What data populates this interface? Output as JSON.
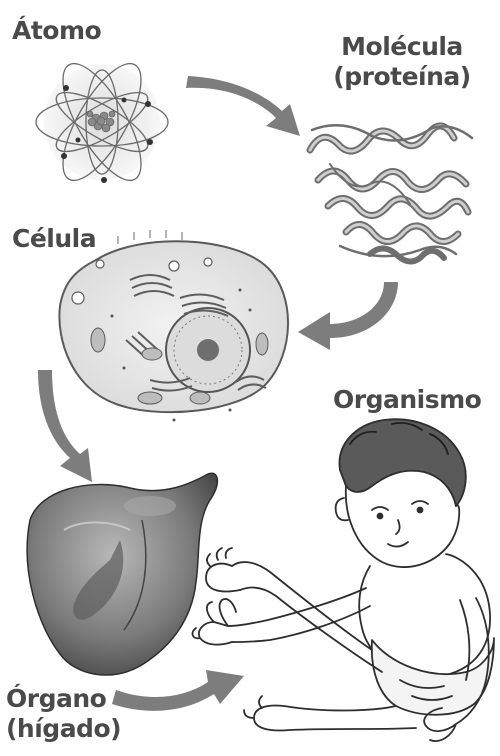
{
  "labels": {
    "atomo": "Átomo",
    "molecula_line1": "Molécula",
    "molecula_line2": "(proteína)",
    "celula": "Célula",
    "organismo": "Organismo",
    "organo_line1": "Órgano",
    "organo_line2": "(hígado)"
  },
  "colors": {
    "arrow": "#7d7d7d",
    "label": "#4a4a4a",
    "cell_fill": "#e9e9e9",
    "liver_fill": "#8a8a8a"
  },
  "icons": [
    "atom-illustration",
    "protein-ribbon-illustration",
    "cell-illustration",
    "liver-illustration",
    "baby-illustration"
  ]
}
